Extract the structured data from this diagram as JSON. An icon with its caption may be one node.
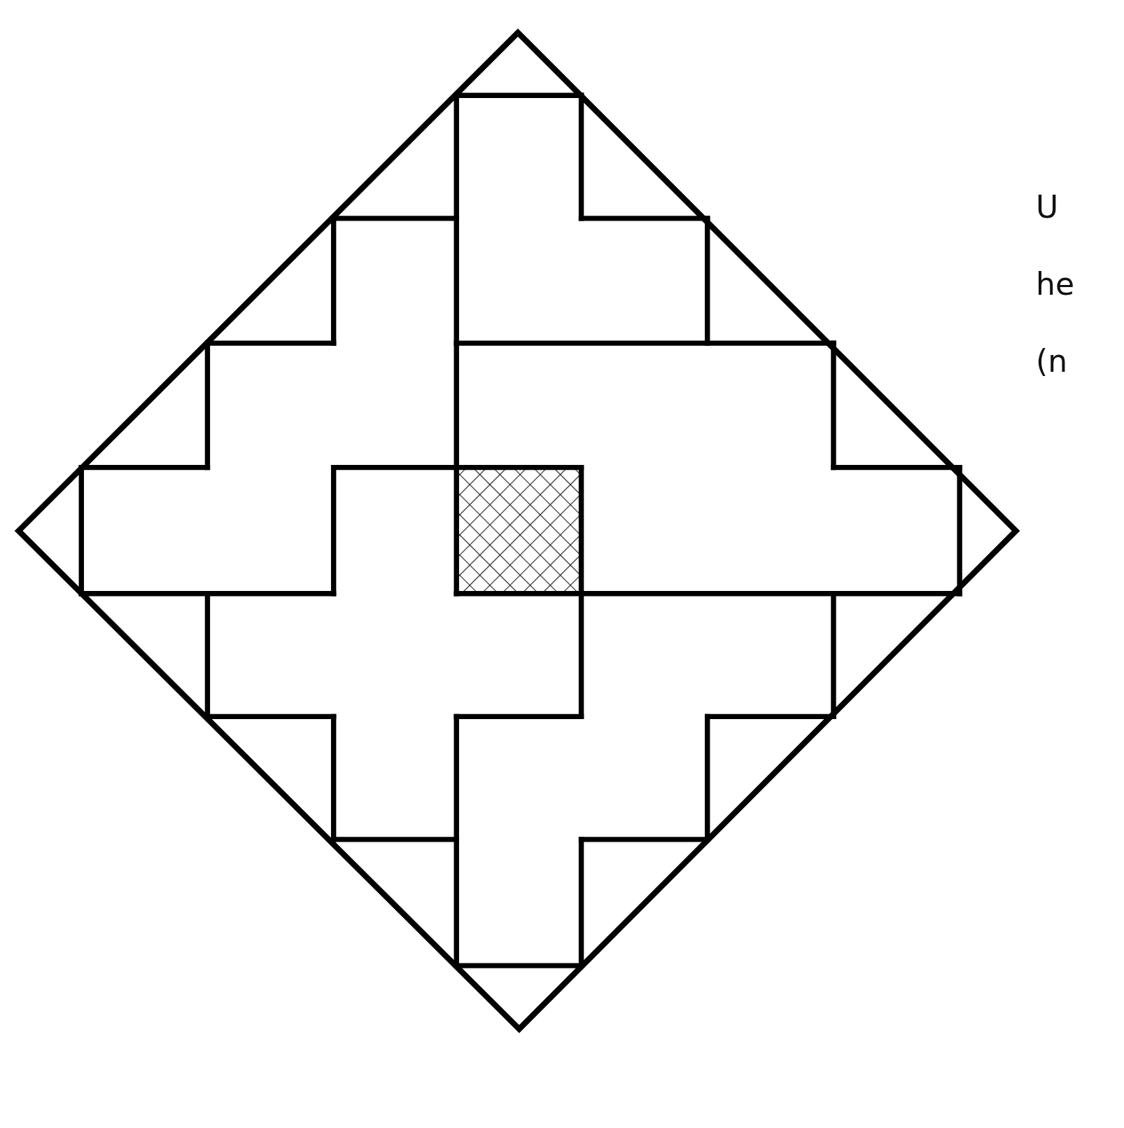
{
  "diagram": {
    "labels": [
      "U",
      "he",
      "(n"
    ]
  }
}
